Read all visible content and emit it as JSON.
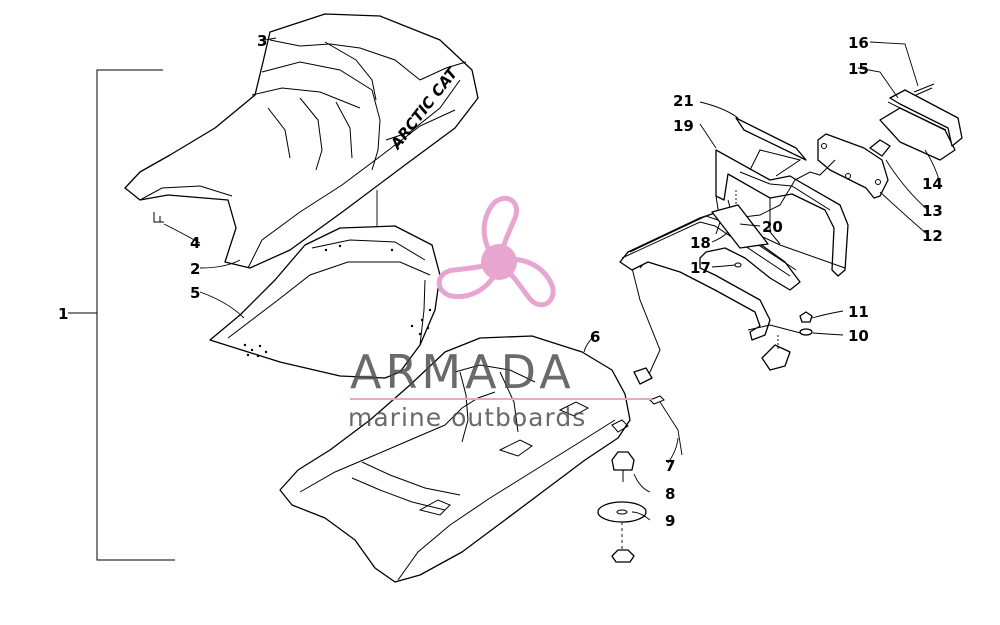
{
  "callouts": [
    {
      "id": "1",
      "label": "1"
    },
    {
      "id": "2",
      "label": "2"
    },
    {
      "id": "3",
      "label": "3"
    },
    {
      "id": "4",
      "label": "4"
    },
    {
      "id": "5",
      "label": "5"
    },
    {
      "id": "6",
      "label": "6"
    },
    {
      "id": "7",
      "label": "7"
    },
    {
      "id": "8",
      "label": "8"
    },
    {
      "id": "9",
      "label": "9"
    },
    {
      "id": "10",
      "label": "10"
    },
    {
      "id": "11",
      "label": "11"
    },
    {
      "id": "12",
      "label": "12"
    },
    {
      "id": "13",
      "label": "13"
    },
    {
      "id": "14",
      "label": "14"
    },
    {
      "id": "15",
      "label": "15"
    },
    {
      "id": "16",
      "label": "16"
    },
    {
      "id": "17",
      "label": "17"
    },
    {
      "id": "18",
      "label": "18"
    },
    {
      "id": "19",
      "label": "19"
    },
    {
      "id": "20",
      "label": "20"
    },
    {
      "id": "21",
      "label": "21"
    }
  ],
  "seat_brand": "ARCTIC CAT",
  "watermark": {
    "title": "ARMADA",
    "subtitle": "marine outboards",
    "logo_icon": "propeller-logo-icon",
    "logo_color": "#e7a6cf",
    "divider_color": "#e7a6cf",
    "text_color": "#4a4a4a"
  }
}
